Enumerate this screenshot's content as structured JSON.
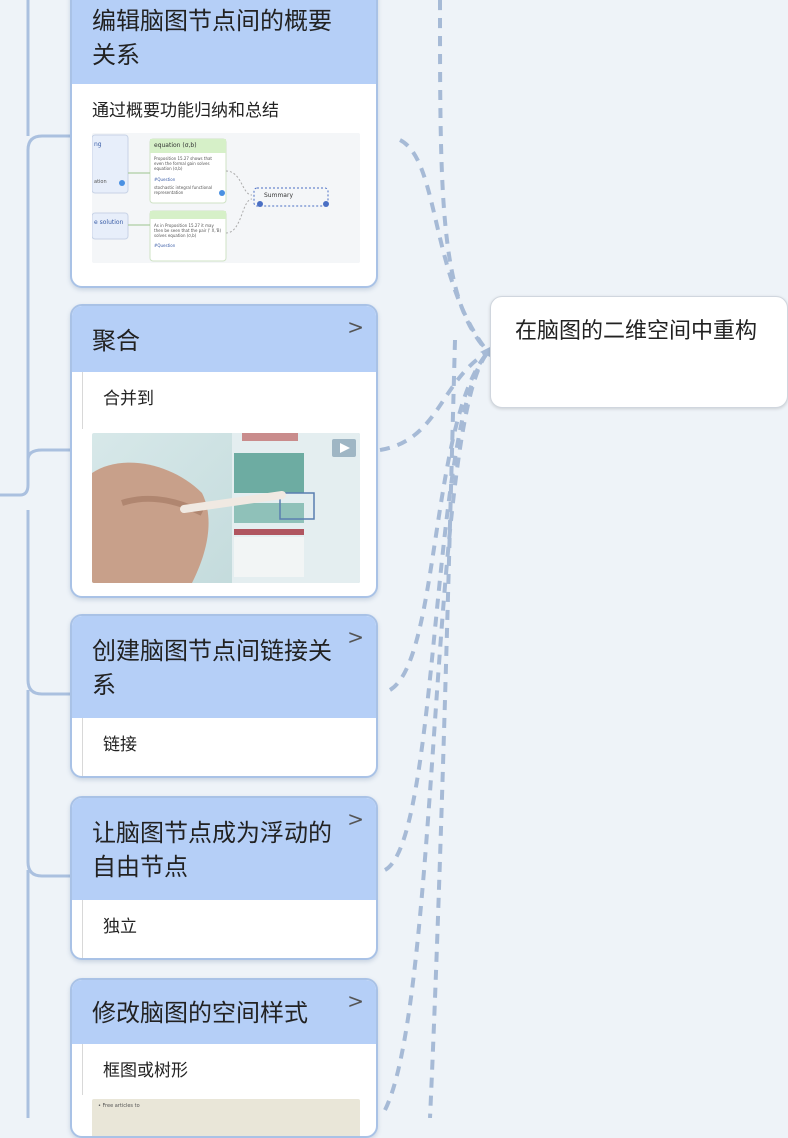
{
  "cards": [
    {
      "id": "card-overview",
      "title": "编辑脑图节点间的概要关系",
      "body": "通过概要功能归纳和总结",
      "has_chevron": false
    },
    {
      "id": "card-merge",
      "title": "聚合",
      "body": "合并到",
      "has_chevron": true
    },
    {
      "id": "card-link",
      "title": "创建脑图节点间链接关系",
      "body": "链接",
      "has_chevron": true
    },
    {
      "id": "card-float",
      "title": "让脑图节点成为浮动的自由节点",
      "body": "独立",
      "has_chevron": true
    },
    {
      "id": "card-style",
      "title": "修改脑图的空间样式",
      "body": "框图或树形",
      "has_chevron": true
    }
  ],
  "chevron": ">",
  "topic": {
    "text": "在脑图的二维空间中重构"
  },
  "thumb_overview": {
    "left_label_1": "ng",
    "left_label_2": "ation",
    "left_label_3": "e solution",
    "node_title": "equation (σ,b)",
    "node_text_1": "Proposition 15.27 shows that",
    "node_text_2": "even the formal gain solves",
    "node_text_3": "equation (σ,b)",
    "node_tag": "#Question",
    "node_text_4": "stochastic integral functional",
    "node_text_5": "representation",
    "node2_text_1": "As in Proposition 15.27 it may",
    "node2_text_2": "then be seen that the pair (' X,'B)",
    "node2_text_3": "solves equation (σ,b)",
    "node2_tag": "#Question",
    "summary": "Summary"
  },
  "thumb_style": {
    "caption": "• Free articles to"
  },
  "colors": {
    "header": "#b5cff7",
    "border": "#a9c2e6",
    "connector": "#b3c6e0",
    "dash": "#a8bbd6"
  }
}
